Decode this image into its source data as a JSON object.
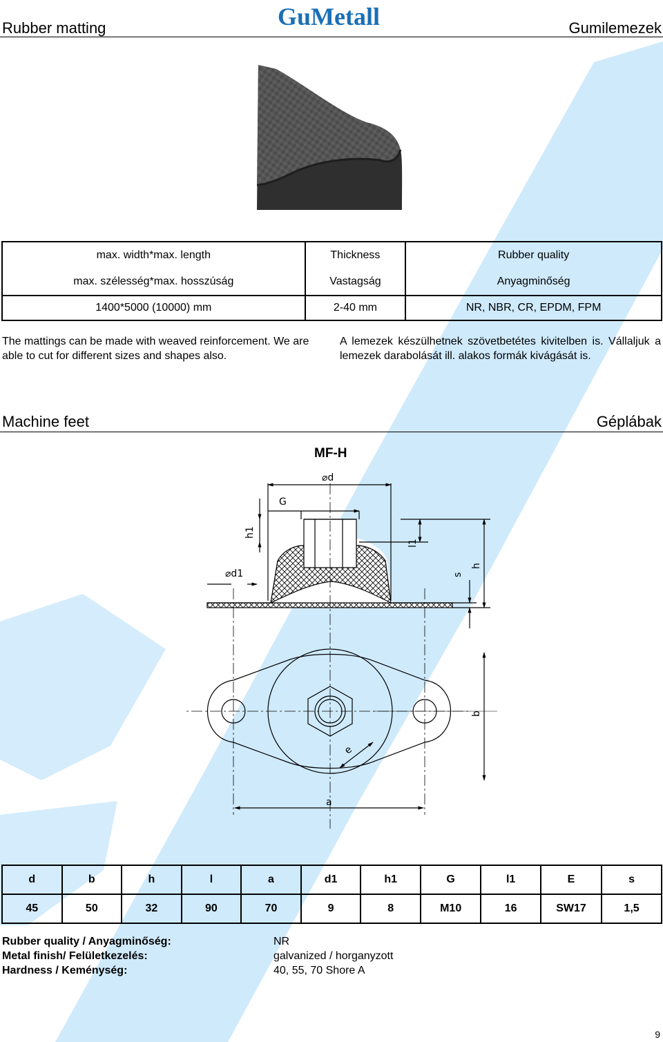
{
  "header": {
    "title_en": "Rubber matting",
    "title_hu": "Gumilemezek",
    "logo_text": "GuMetall"
  },
  "colors": {
    "logo": "#1a6fb5",
    "watermark": "#cfeafb"
  },
  "matting_table": {
    "headers_en": [
      "max. width*max. length",
      "Thickness",
      "Rubber quality"
    ],
    "headers_hu": [
      "max. szélesség*max. hosszúság",
      "Vastagság",
      "Anyagminőség"
    ],
    "values": [
      "1400*5000 (10000) mm",
      "2-40 mm",
      "NR, NBR, CR, EPDM, FPM"
    ]
  },
  "description": {
    "en": "The mattings can be made with weaved reinforcement. We are able to cut for different sizes and shapes also.",
    "hu": "A lemezek készülhetnek szövetbetétes kivitelben is. Vállaljuk a lemezek darabolását ill. alakos formák kivágását is."
  },
  "machine_feet": {
    "title_en": "Machine feet",
    "title_hu": "Géplábak",
    "figure_title": "MF-H",
    "drawing_labels": {
      "d": "⌀d",
      "G": "G",
      "h1": "h1",
      "l1": "l1",
      "d1": "⌀d1",
      "s": "s",
      "h": "h",
      "b": "b",
      "e": "e",
      "a": "a"
    }
  },
  "dims_table": {
    "headers": [
      "d",
      "b",
      "h",
      "l",
      "a",
      "d1",
      "h1",
      "G",
      "l1",
      "E",
      "s"
    ],
    "values": [
      "45",
      "50",
      "32",
      "90",
      "70",
      "9",
      "8",
      "M10",
      "16",
      "SW17",
      "1,5"
    ]
  },
  "properties": [
    {
      "label": "Rubber quality / Anyagminőség:",
      "value": "NR"
    },
    {
      "label": "Metal finish/ Felületkezelés:",
      "value": "galvanized / horganyzott"
    },
    {
      "label": "Hardness / Keménység:",
      "value": "40, 55, 70 Shore A"
    }
  ],
  "page_number": "9"
}
